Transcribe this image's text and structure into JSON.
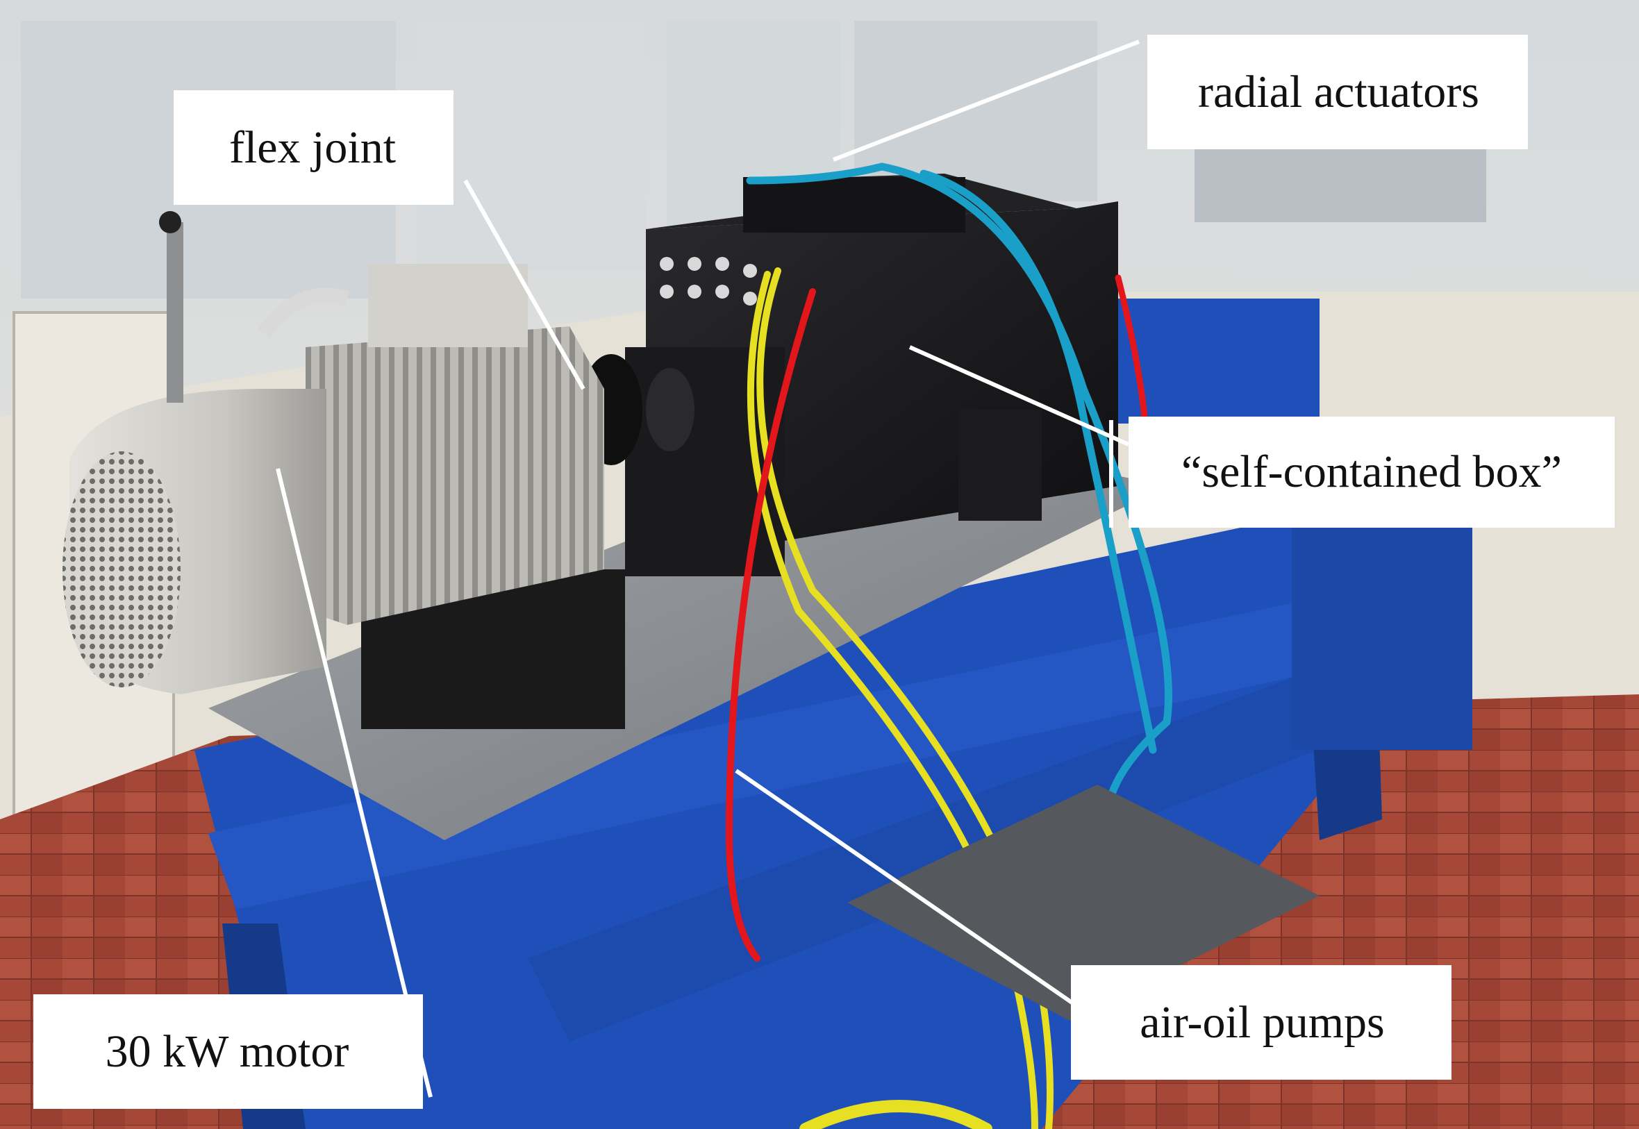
{
  "figure": {
    "labels": {
      "radial_actuators": "radial actuators",
      "flex_joint": "flex joint",
      "self_contained_box": "“self-contained box”",
      "air_oil_pumps": "air-oil pumps",
      "motor": "30 kW motor"
    },
    "palette": {
      "frame_blue": "#1f4fb8",
      "frame_blue_dark": "#163a8a",
      "floor_tile": "#a8483a",
      "box_black": "#1a1a1c",
      "motor_grey": "#cfcdc8",
      "plate_grey": "#8d9196",
      "hose_blue": "#1aa0c8",
      "hose_yellow": "#e6df22",
      "hose_red": "#e3161c",
      "wall": "#e7e4dd",
      "window": "#d9dde0"
    }
  }
}
